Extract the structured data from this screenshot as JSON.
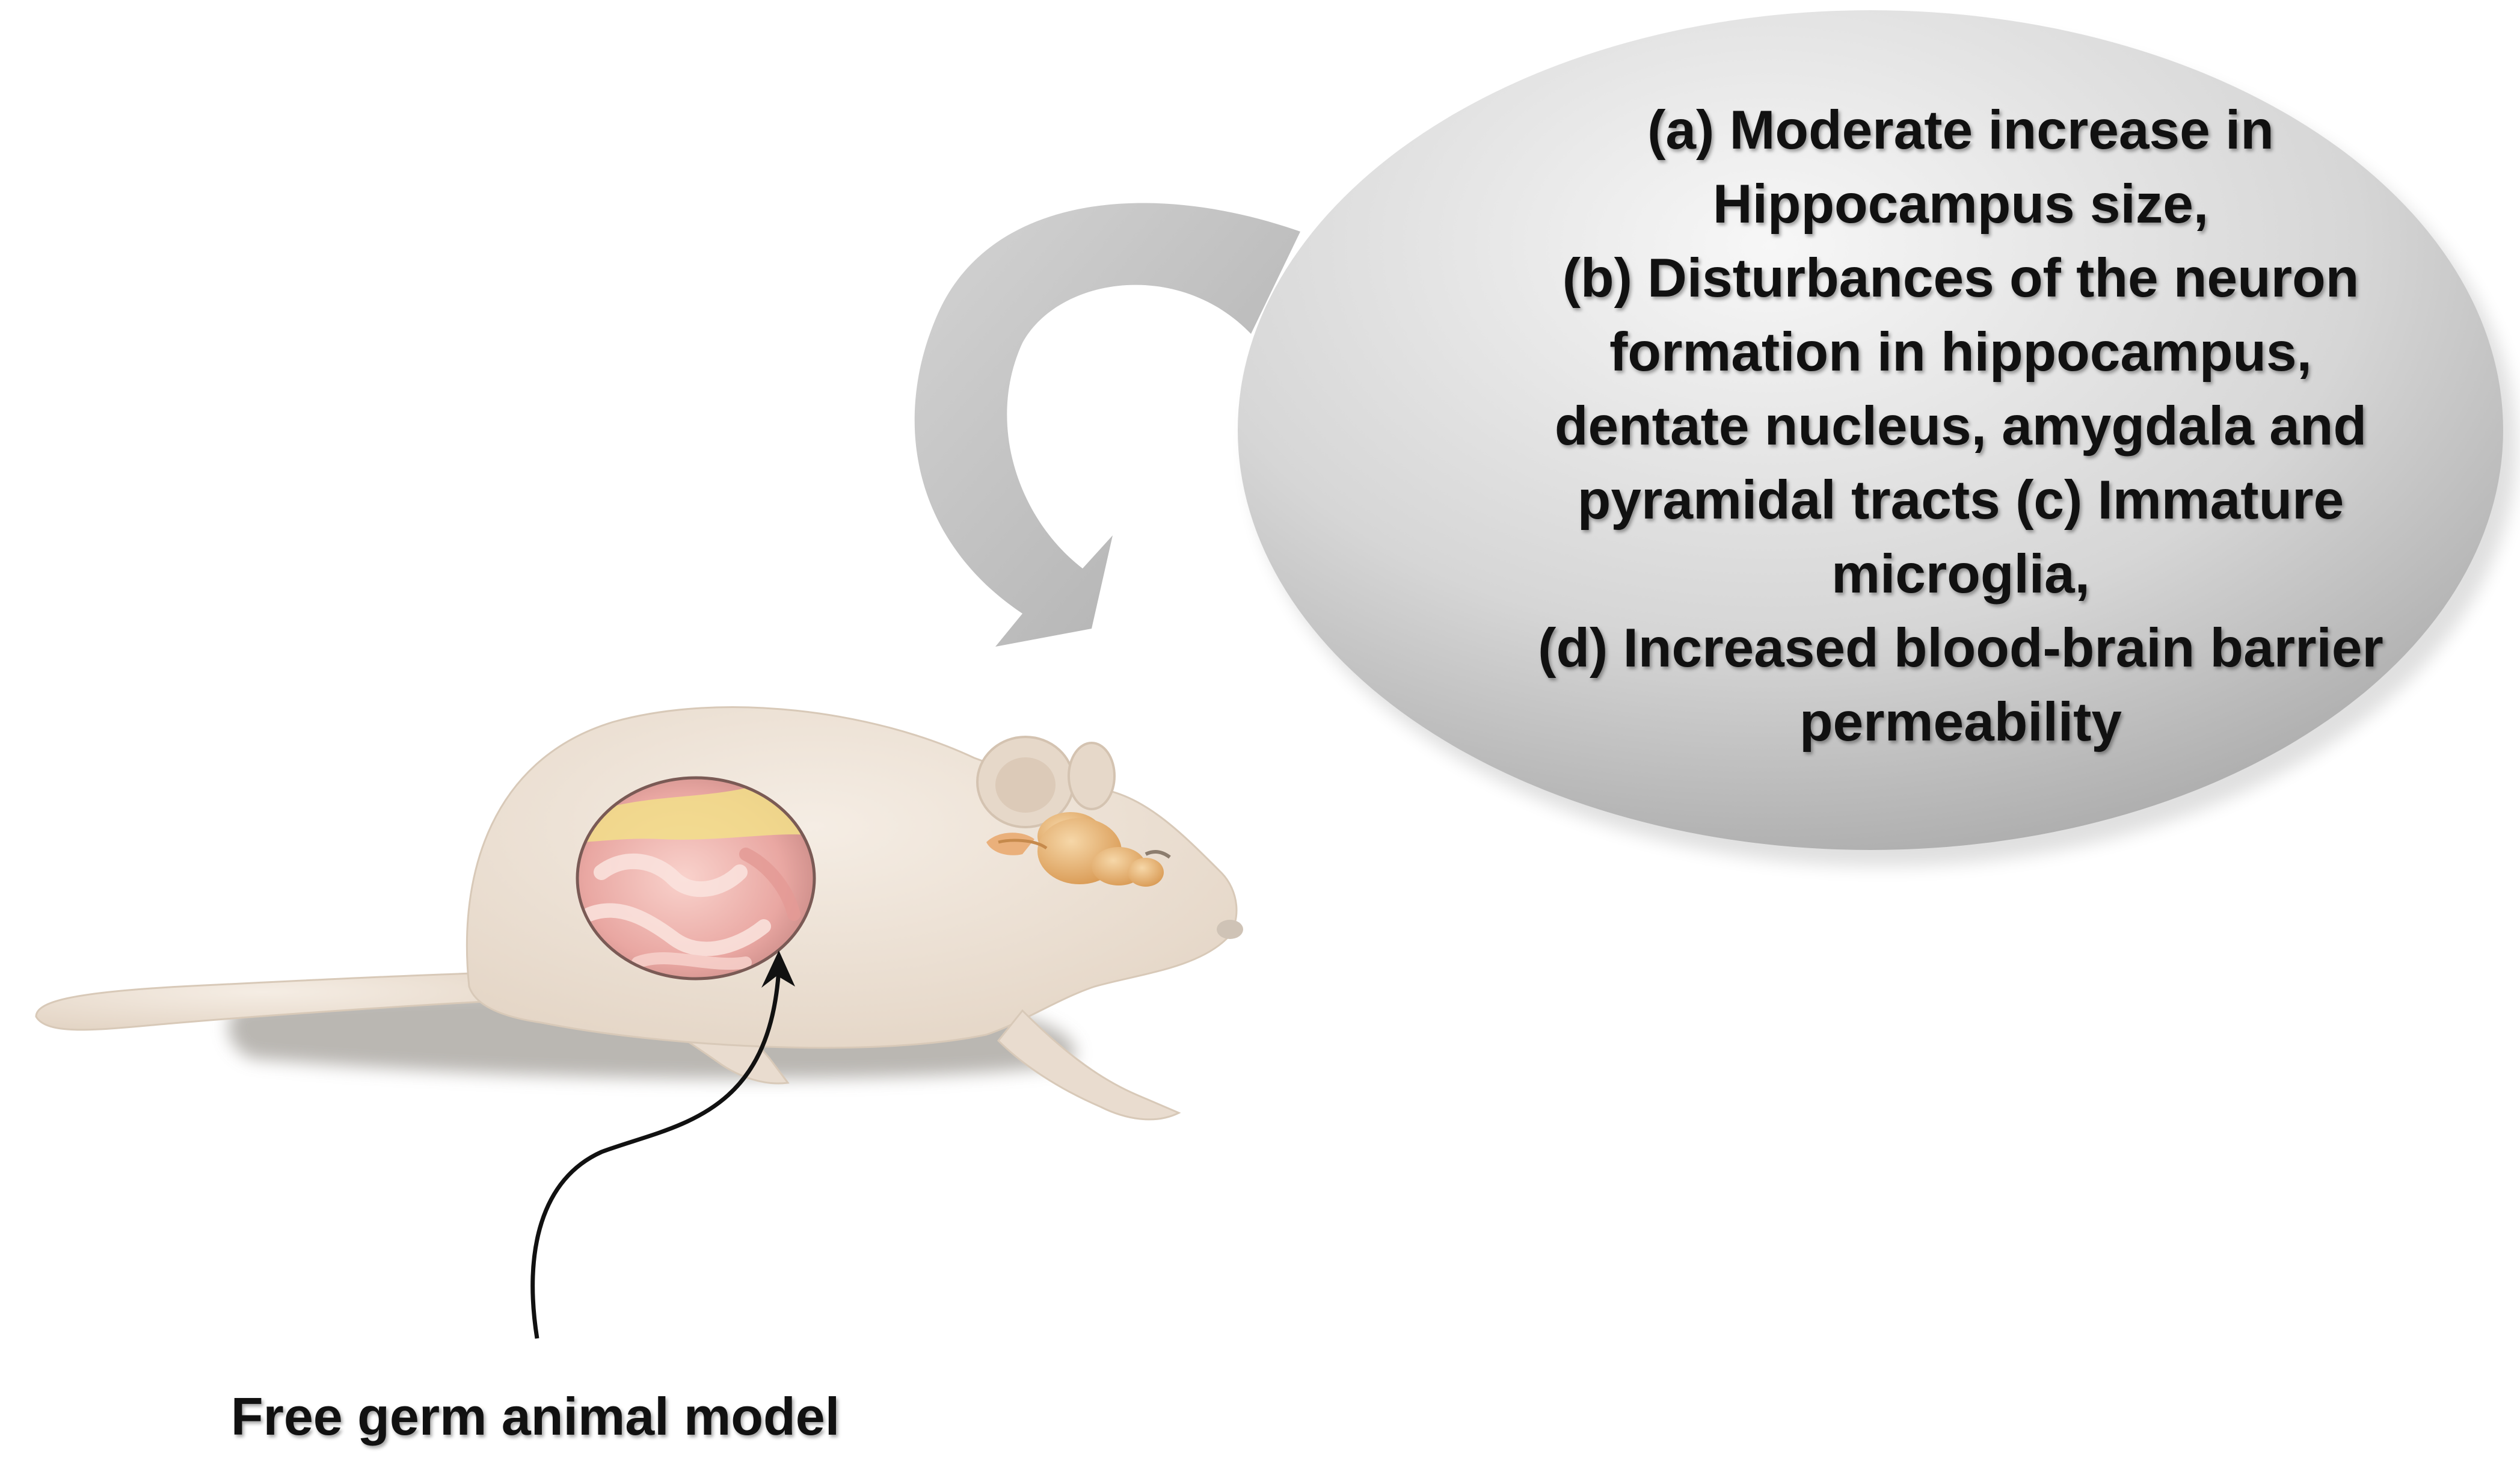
{
  "callout": {
    "lines": [
      "(a) Moderate increase in",
      "Hippocampus size,",
      "(b) Disturbances of the neuron",
      "formation in hippocampus,",
      "dentate nucleus, amygdala and",
      "pyramidal  tracts (c) Immature",
      "microglia,",
      "(d) Increased blood-brain barrier",
      "permeability"
    ]
  },
  "model_label": "Free germ animal model",
  "colors": {
    "rat_body": "#efe5da",
    "rat_shadow": "#a8a49e",
    "bubble_light": "#f6f6f6",
    "bubble_dark": "#a9a9a9",
    "arrow_gray": "#b4b4b4",
    "gut": "#f0b5b0",
    "brain": "#e7b574",
    "text": "#111111"
  }
}
